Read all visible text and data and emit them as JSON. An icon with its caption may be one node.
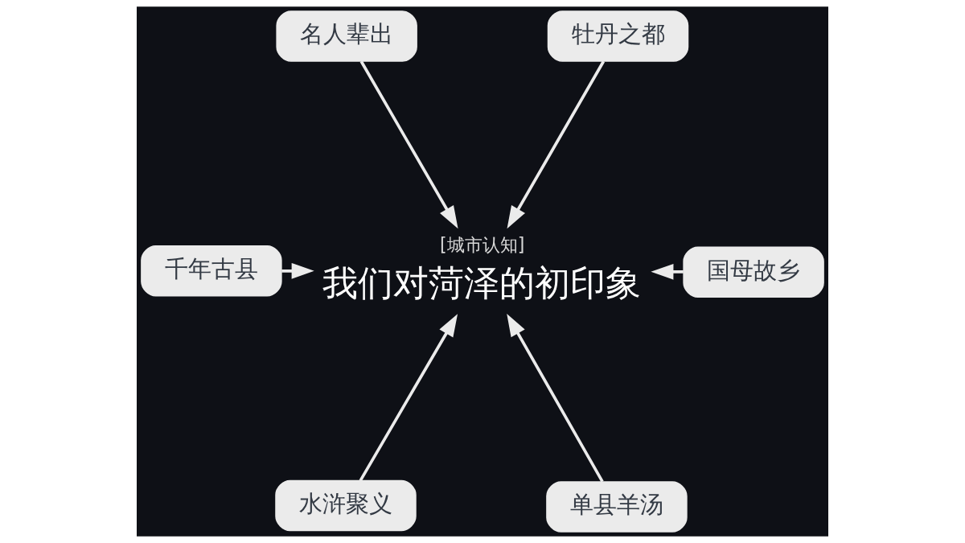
{
  "diagram": {
    "nodes": [
      {
        "text": [
          "名人辈出"
        ]
      },
      {
        "text": [
          "牡丹之都"
        ]
      },
      {
        "text": [
          "千年古县"
        ]
      },
      {
        "text": [
          "[城市认知]",
          "我们对菏泽的初印象"
        ]
      },
      {
        "text": [
          "国母故乡"
        ]
      },
      {
        "text": [
          "水浒聚义"
        ]
      },
      {
        "text": [
          "单县羊汤"
        ]
      }
    ],
    "edges": [
      {
        "from": 0,
        "to": 3,
        "arrow": "to"
      },
      {
        "from": 1,
        "to": 3,
        "arrow": "to"
      },
      {
        "from": 2,
        "to": 3,
        "arrow": "to"
      },
      {
        "from": 4,
        "to": 3,
        "arrow": "to"
      },
      {
        "from": 5,
        "to": 3,
        "arrow": "to"
      },
      {
        "from": 6,
        "to": 3,
        "arrow": "to"
      }
    ]
  }
}
